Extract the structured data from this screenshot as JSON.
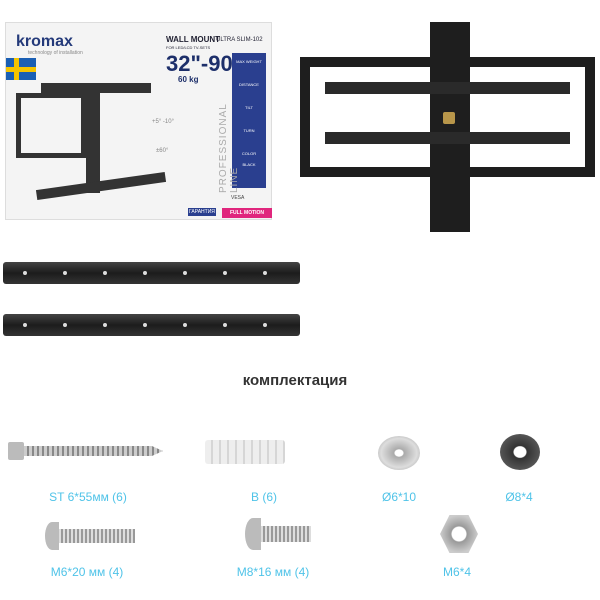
{
  "box": {
    "brand": "kromax",
    "tagline": "technology of installation",
    "product": "WALL MOUNT",
    "subtitle": "FOR LED/LCD TV-SETS",
    "model": "ULTRA SLIM-102",
    "size_range": "32\"-90\"",
    "max_weight": "60 kg",
    "line": "PROFESSIONAL LINE",
    "tilt": "+5° -10°",
    "turn": "±60°",
    "badge": "FULL MOTION",
    "guarantee": "ГАРАНТИЯ",
    "vesa": "VESA",
    "specs": [
      "MAX WEIGHT",
      "DISTANCE",
      "TILT",
      "TURN",
      "COLOR",
      "BLACK"
    ]
  },
  "title": "комплектация",
  "items": [
    {
      "label": "ST 6*55мм (6)",
      "icon": "lag-screw-icon"
    },
    {
      "label": "B (6)",
      "icon": "wall-anchor-icon"
    },
    {
      "label": "Ø6*10",
      "icon": "metal-washer-icon"
    },
    {
      "label": "Ø8*4",
      "icon": "rubber-washer-icon"
    },
    {
      "label": "M6*20 мм (4)",
      "icon": "bolt-icon"
    },
    {
      "label": "M8*16 мм (4)",
      "icon": "bolt-icon"
    },
    {
      "label": "M6*4",
      "icon": "hex-nut-icon"
    }
  ],
  "colors": {
    "label": "#4fc3e8",
    "box_blue": "#2a3f8f",
    "accent_pink": "#e0267d"
  }
}
